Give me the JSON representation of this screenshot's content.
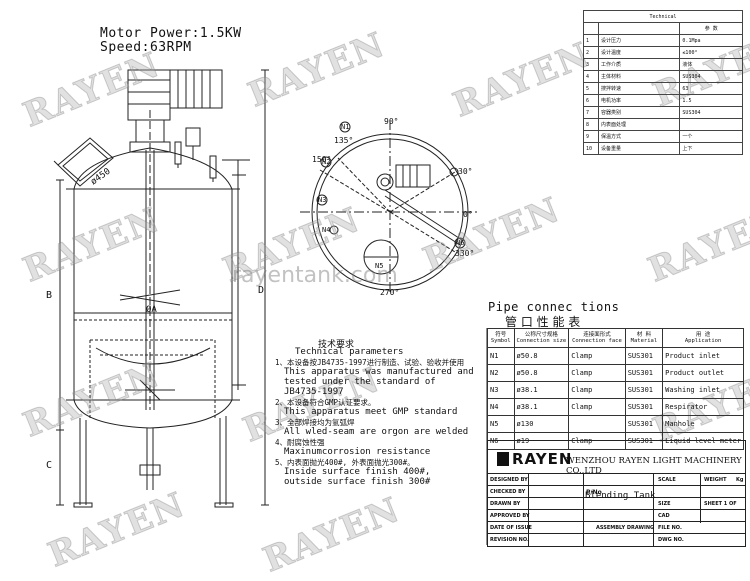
{
  "motor": {
    "power": "Motor Power:1.5KW",
    "speed": "Speed:63RPM"
  },
  "dims": {
    "B": "B",
    "C": "C",
    "D": "D",
    "A": "ØA",
    "hole": "ø450"
  },
  "plan": {
    "a90": "90°",
    "a135": "135°",
    "a150": "150°",
    "a30": "30°",
    "a0": "0°",
    "a330": "330°",
    "a270": "270°",
    "N1": "N1",
    "N2": "N2",
    "N3": "N3",
    "N4": "N4",
    "N5": "N5",
    "N6": "N6"
  },
  "watermark": {
    "brand": "RAYEN",
    "site": "rayentank.com"
  },
  "tech_table": {
    "header": "Technical",
    "header2": "参 数",
    "rows": [
      {
        "no": "1",
        "a": "设计压力",
        "b": "0.1Mpa"
      },
      {
        "no": "2",
        "a": "设计温度",
        "b": "≤100°"
      },
      {
        "no": "3",
        "a": "工作介质",
        "b": "液体"
      },
      {
        "no": "4",
        "a": "主体材料",
        "b": "SUS304"
      },
      {
        "no": "5",
        "a": "搜拌转速",
        "b": "63"
      },
      {
        "no": "6",
        "a": "电机功率",
        "b": "1.5"
      },
      {
        "no": "7",
        "a": "容器类别",
        "b": "SUS304"
      },
      {
        "no": "8",
        "a": "内表面处理",
        "b": ""
      },
      {
        "no": "9",
        "a": "保温方式",
        "b": "一个"
      },
      {
        "no": "10",
        "a": "设备重量",
        "b": "上下"
      }
    ]
  },
  "pipe": {
    "title": "Pipe connec tions",
    "title_cn": "管 口 性 能 表",
    "headers": [
      [
        "符号",
        "Symbol"
      ],
      [
        "公称尺寸规格",
        "Connection size"
      ],
      [
        "连接面形式",
        "Connection face"
      ],
      [
        "材 料",
        "Material"
      ],
      [
        "用 途",
        "Application"
      ]
    ],
    "rows": [
      [
        "N1",
        "ø50.8",
        "Clamp",
        "SUS301",
        "Product inlet"
      ],
      [
        "N2",
        "ø50.8",
        "Clamp",
        "SUS301",
        "Product outlet"
      ],
      [
        "N3",
        "ø38.1",
        "Clamp",
        "SUS301",
        "Washing inlet"
      ],
      [
        "N4",
        "ø38.1",
        "Clamp",
        "SUS301",
        "Respirator"
      ],
      [
        "N5",
        "ø130",
        "",
        "SUS301",
        "Manhole"
      ],
      [
        "N6",
        "ø19",
        "Clamp",
        "SUS301",
        "Liquid level meter"
      ]
    ]
  },
  "tech_params": {
    "title_cn": "技术要求",
    "title": "Technical parameters",
    "l1": "1、本设备按JB4735-1997进行制造、试验、验收并使用",
    "l2": "This apparatus was manufactured and",
    "l3": "tested under the standard of",
    "l4": "JB4735-1997",
    "l5": "2、本设备符合GMP认证要求。",
    "l6": "This apparatus meet GMP standard",
    "l7": "3、全部焊接均为氩弧焊",
    "l8": "All wled-seam are orgon are welded",
    "l9": "4、耐腐蚀性强",
    "l10": "Maxinumcorrosion resistance",
    "l11": "5、内表面抛光400#, 外表面抛光300#。",
    "l12": "Inside surface finish 400#,",
    "l13": "outside surface finish 300#"
  },
  "title_block": {
    "logo": "RAYEN",
    "company": "WENZHOU RAYEN LIGHT MACHINERY CO.,LTD",
    "designed": "DESIGNED BY",
    "checked": "CHECKED BY",
    "drawn": "DRAWN BY",
    "approved": "APPROVED BY",
    "date": "DATE OF ISSUE",
    "revision": "REVISION NO.",
    "name": "Blending Tank",
    "pno": "P/No",
    "scale": "SCALE",
    "weight": "WEIGHT",
    "kg": "Kg",
    "sheet": "SHEET 1  OF",
    "size": "SIZE",
    "cad": "CAD",
    "assembly": "ASSEMBLY DRAWING",
    "file": "FILE NO.",
    "dwg": "DWG NO."
  }
}
